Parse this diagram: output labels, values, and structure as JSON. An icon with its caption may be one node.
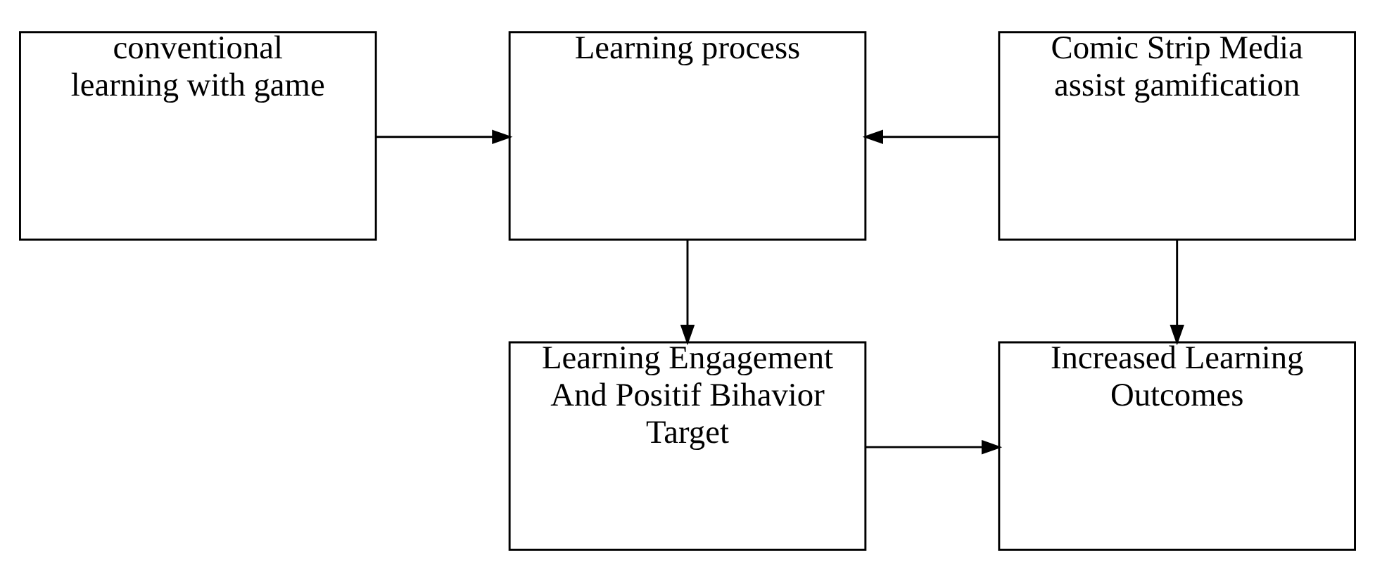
{
  "diagram": {
    "nodes": [
      {
        "text": [
          "conventional learning with game"
        ]
      },
      {
        "text": [
          "Learning process"
        ]
      },
      {
        "text": [
          "Comic Strip Media assist gamification"
        ]
      },
      {
        "text": [
          "Learning Engagement And Positif Bihavior Target"
        ]
      },
      {
        "text": [
          "Increased Learning Outcomes"
        ]
      }
    ],
    "edges": [
      {
        "from": 0,
        "to": 1,
        "arrow": "to"
      },
      {
        "from": 2,
        "to": 1,
        "arrow": "to"
      },
      {
        "from": 1,
        "to": 3,
        "arrow": "to"
      },
      {
        "from": 2,
        "to": 4,
        "arrow": "to"
      },
      {
        "from": 3,
        "to": 4,
        "arrow": "to"
      }
    ]
  }
}
